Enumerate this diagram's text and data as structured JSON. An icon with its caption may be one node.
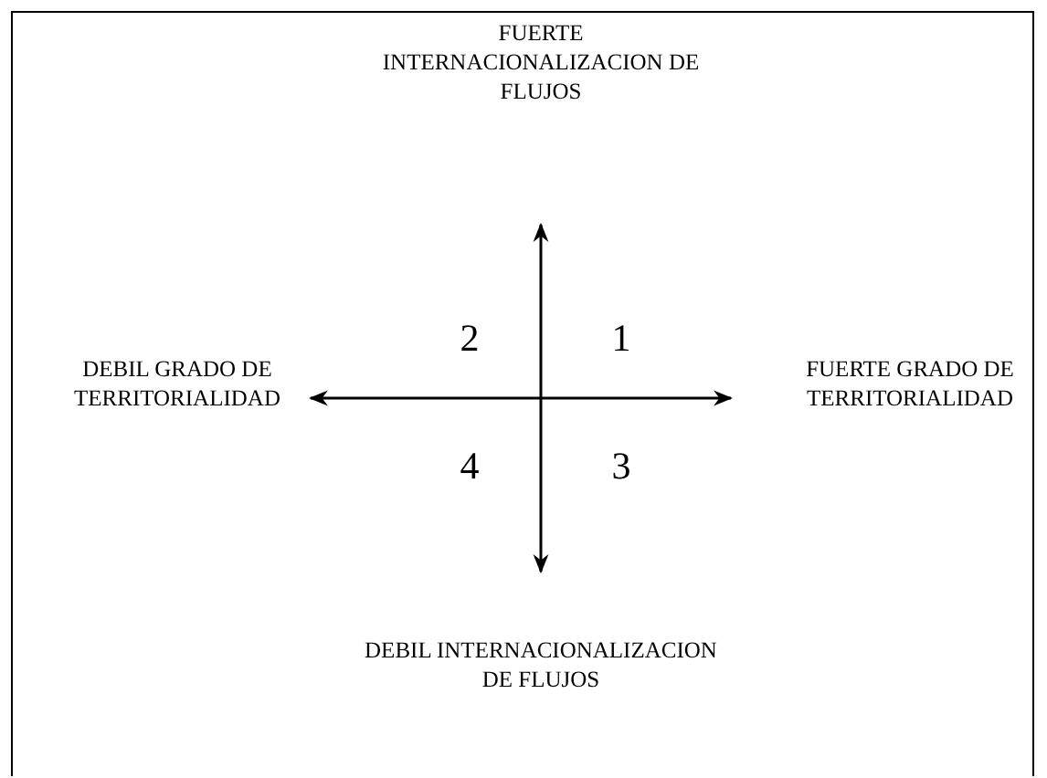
{
  "diagram": {
    "labels": [
      "FUERTE INTERNACIONALIZACION DE FLUJOS",
      "2",
      "1",
      "DEBIL GRADO DE TERRITORIALIDAD",
      "FUERTE GRADO DE TERRITORIALIDAD",
      "4",
      "3",
      "DEBIL INTERNACIONALIZACION DE FLUJOS"
    ]
  }
}
